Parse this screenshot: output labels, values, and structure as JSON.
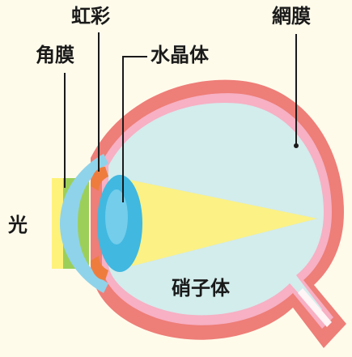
{
  "labels": {
    "iris": "虹彩",
    "retina": "網膜",
    "cornea": "角膜",
    "lens": "水晶体",
    "light": "光",
    "vitreous": "硝子体"
  },
  "colors": {
    "background": "#fffbeb",
    "sclera": "#ee7e78",
    "retina": "#f7b0c4",
    "vitreous": "#d3ecec",
    "cornea": "#8fd3ea",
    "lens": "#41b8e0",
    "iris": "#ee7d3d",
    "light_beam": "#fff27a",
    "light_through_cornea": "#9ccf5a",
    "leader_line": "#1a1a1a"
  }
}
